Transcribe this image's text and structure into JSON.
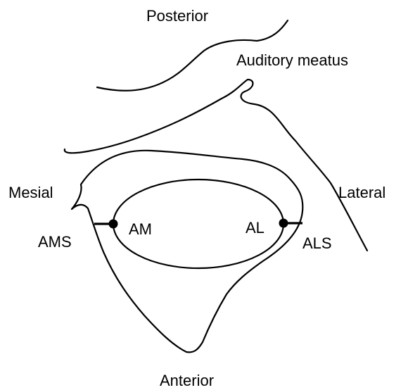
{
  "labels": {
    "posterior": "Posterior",
    "auditory_meatus": "Auditory meatus",
    "mesial": "Mesial",
    "lateral": "Lateral",
    "anterior": "Anterior",
    "am": "AM",
    "al": "AL",
    "ams": "AMS",
    "als": "ALS"
  },
  "colors": {
    "stroke": "#000000",
    "background": "#ffffff"
  }
}
